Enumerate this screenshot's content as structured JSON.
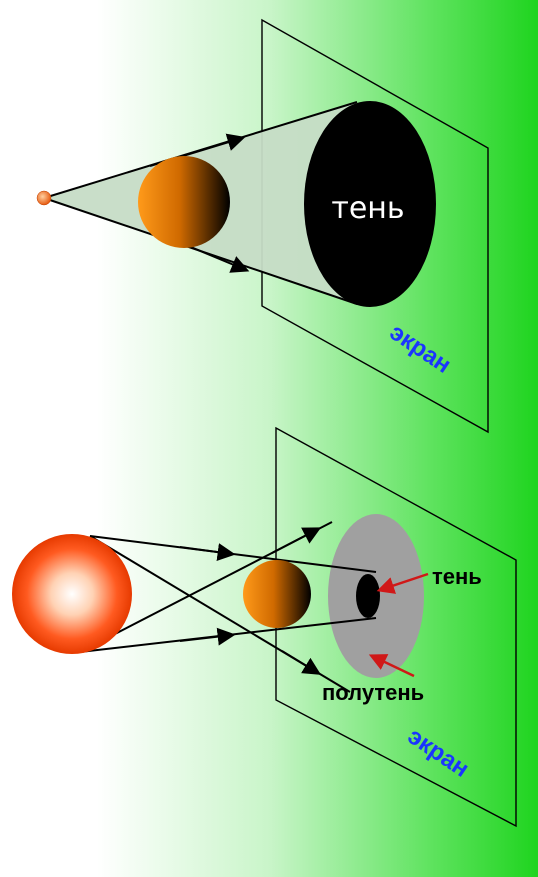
{
  "diagram": {
    "top": {
      "shadow_label": "тень",
      "screen_label": "экран"
    },
    "bottom": {
      "shadow_label": "тень",
      "penumbra_label": "полутень",
      "screen_label": "экран"
    }
  },
  "colors": {
    "arrow": "#d01818",
    "screen_text": "#1a35ff",
    "shadow": "#000000",
    "penumbra": "#a0a0a0"
  }
}
